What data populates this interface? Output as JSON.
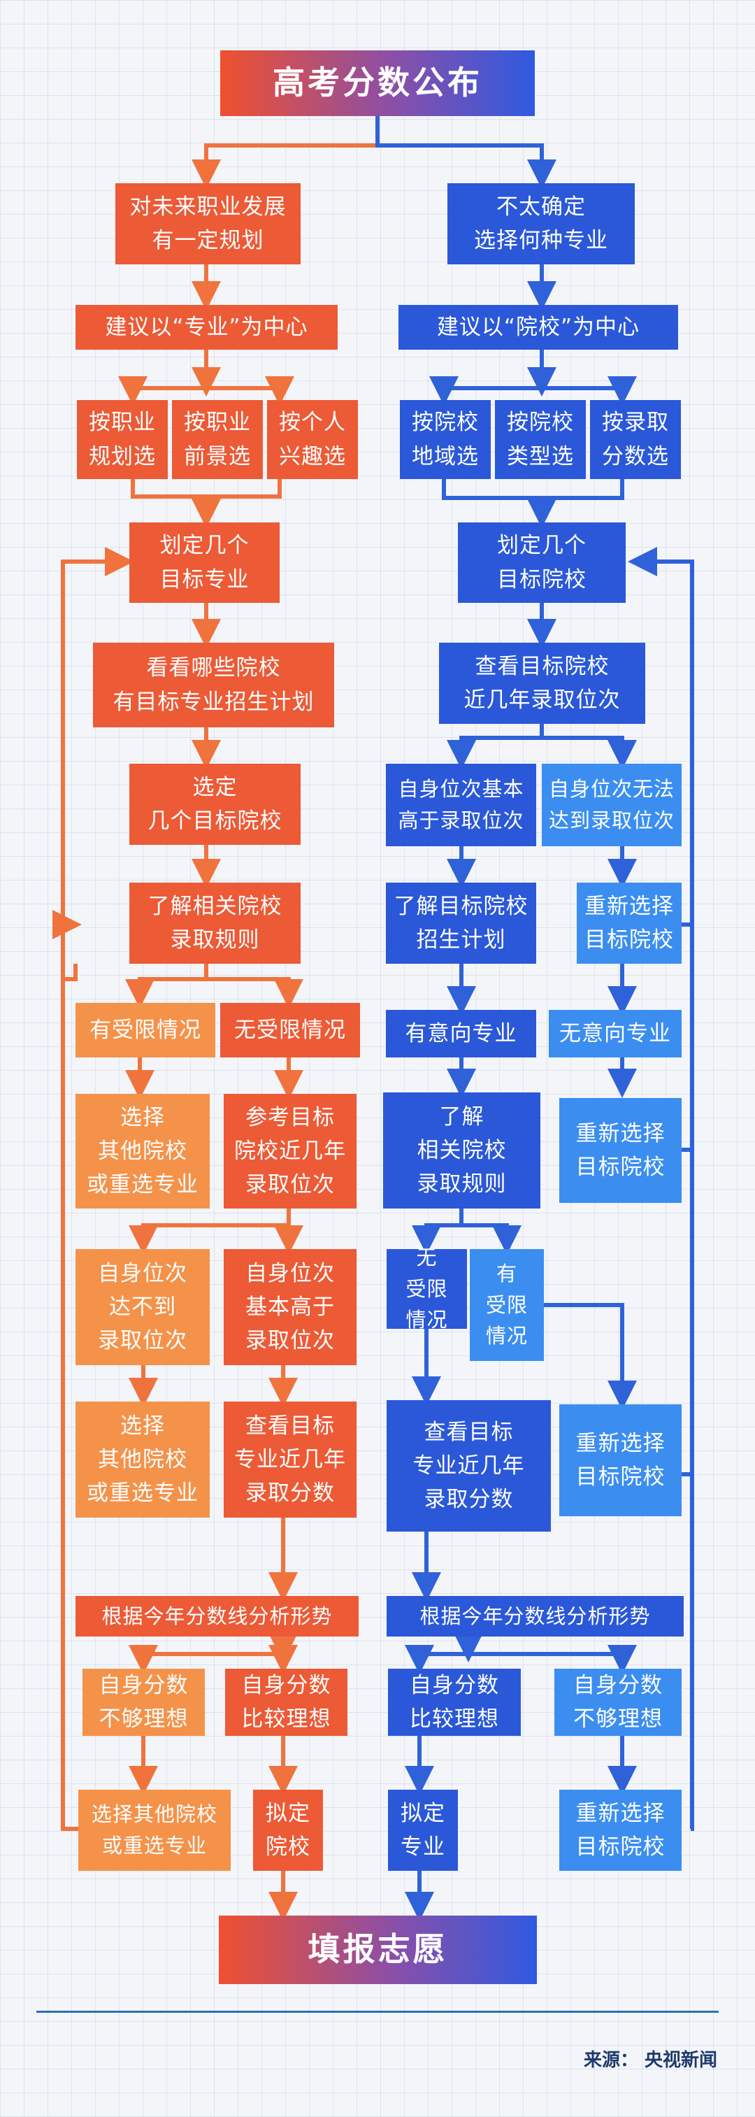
{
  "title": "高考分数公布",
  "final": "填报志愿",
  "source": "来源：  央视新闻",
  "colors": {
    "orange_line": "#f0733e",
    "blue_line": "#2f62d9",
    "dark_orange": "#ec5a36",
    "light_orange": "#f4924a",
    "dark_blue": "#2a58d8",
    "light_blue": "#3b8ef0"
  },
  "left": {
    "plan": "对未来职业发展\n有一定规划",
    "center": "建议以“专业”为中心",
    "methods": [
      "按职业\n规划选",
      "按职业\n前景选",
      "按个人\n兴趣选"
    ],
    "set_target": "划定几个\n目标专业",
    "check": "看看哪些院校\n有目标专业招生计划",
    "select": "选定\n几个目标院校",
    "rules": "了解相关院校\n录取规则",
    "restricted": "有受限情况",
    "unrestricted": "无受限情况",
    "choose_other_1": "选择\n其他院校\n或重选专业",
    "refer_rank": "参考目标\n院校近几年\n录取位次",
    "rank_low": "自身位次\n达不到\n录取位次",
    "rank_high": "自身位次\n基本高于\n录取位次",
    "choose_other_2": "选择\n其他院校\n或重选专业",
    "check_scores": "查看目标\n专业近几年\n录取分数",
    "analyze": "根据今年分数线分析形势",
    "score_low": "自身分数\n不够理想",
    "score_ok": "自身分数\n比较理想",
    "choose_other_3": "选择其他院校\n或重选专业",
    "draft": "拟定\n院校"
  },
  "right": {
    "plan": "不太确定\n选择何种专业",
    "center": "建议以“院校”为中心",
    "methods": [
      "按院校\n地域选",
      "按院校\n类型选",
      "按录取\n分数选"
    ],
    "set_target": "划定几个\n目标院校",
    "check": "查看目标院校\n近几年录取位次",
    "rank_high": "自身位次基本\n高于录取位次",
    "rank_low": "自身位次无法\n达到录取位次",
    "learn_plan": "了解目标院校\n招生计划",
    "reselect_1": "重新选择\n目标院校",
    "has_intent": "有意向专业",
    "no_intent": "无意向专业",
    "learn_rules": "了解\n相关院校\n录取规则",
    "reselect_2": "重新选择\n目标院校",
    "unrestricted": "无\n受限\n情况",
    "restricted": "有\n受限\n情况",
    "check_scores": "查看目标\n专业近几年\n录取分数",
    "reselect_3": "重新选择\n目标院校",
    "analyze": "根据今年分数线分析形势",
    "score_ok": "自身分数\n比较理想",
    "score_low": "自身分数\n不够理想",
    "draft": "拟定\n专业",
    "reselect_4": "重新选择\n目标院校"
  }
}
